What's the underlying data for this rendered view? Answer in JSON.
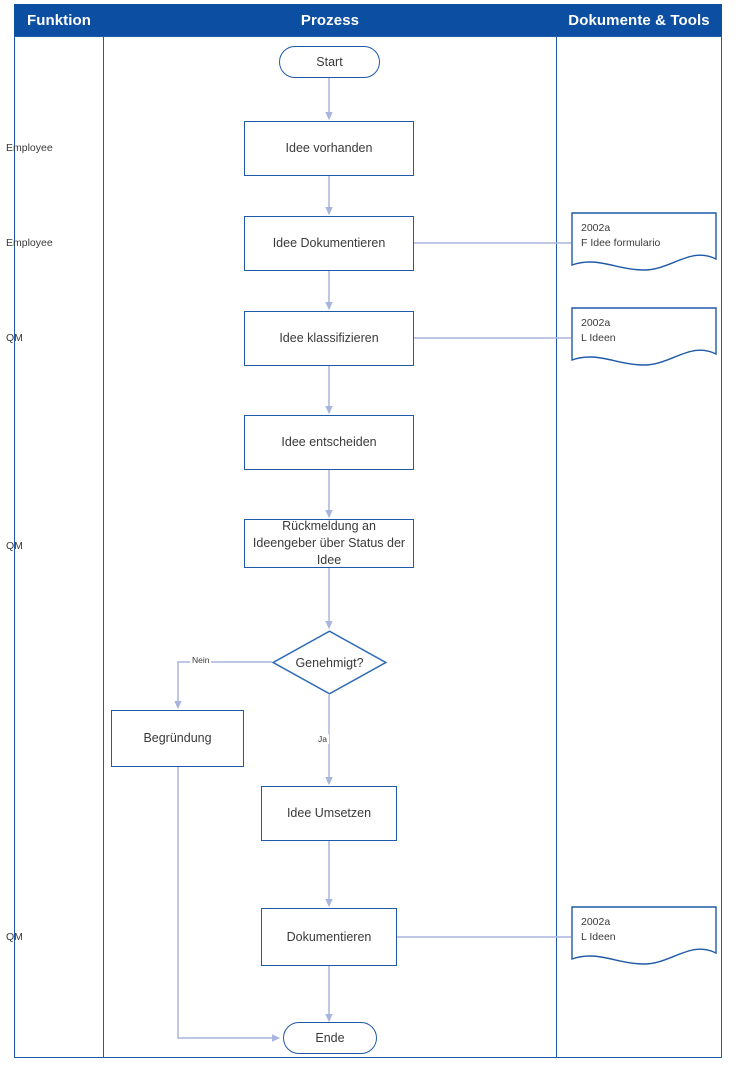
{
  "header": {
    "columns": [
      {
        "label": "Funktion"
      },
      {
        "label": "Prozess"
      },
      {
        "label": "Dokumente & Tools"
      }
    ]
  },
  "colors": {
    "header_bg": "#0b4ea2",
    "shape_border": "#1f5aa8",
    "connector": "#a9b5de",
    "text": "#3a3a3a"
  },
  "lane_labels": [
    {
      "text": "Employee"
    },
    {
      "text": "Employee"
    },
    {
      "text": "QM"
    },
    {
      "text": "QM"
    },
    {
      "text": "QM"
    }
  ],
  "nodes": {
    "start": {
      "label": "Start",
      "shape": "terminator"
    },
    "idee_vorhanden": {
      "label": "Idee vorhanden",
      "shape": "process"
    },
    "idee_dokumentieren": {
      "label": "Idee Dokumentieren",
      "shape": "process"
    },
    "idee_klassifizieren": {
      "label": "Idee klassifizieren",
      "shape": "process"
    },
    "idee_entscheiden": {
      "label": "Idee entscheiden",
      "shape": "process"
    },
    "rueckmeldung": {
      "label": "Rückmeldung an Ideengeber über Status der Idee",
      "shape": "process"
    },
    "genehmigt": {
      "label": "Genehmigt?",
      "shape": "decision"
    },
    "begruendung": {
      "label": "Begründung",
      "shape": "process"
    },
    "idee_umsetzen": {
      "label": "Idee Umsetzen",
      "shape": "process"
    },
    "dokumentieren": {
      "label": "Dokumentieren",
      "shape": "process"
    },
    "ende": {
      "label": "Ende",
      "shape": "terminator"
    }
  },
  "edge_labels": {
    "nein": "Nein",
    "ja": "Ja"
  },
  "documents": [
    {
      "code": "2002a",
      "name": "F Idee formulario",
      "text": "2002a\nF Idee formulario"
    },
    {
      "code": "2002a",
      "name": "L Ideen",
      "text": "2002a\nL Ideen"
    },
    {
      "code": "2002a",
      "name": "L Ideen",
      "text": "2002a\nL Ideen"
    }
  ]
}
